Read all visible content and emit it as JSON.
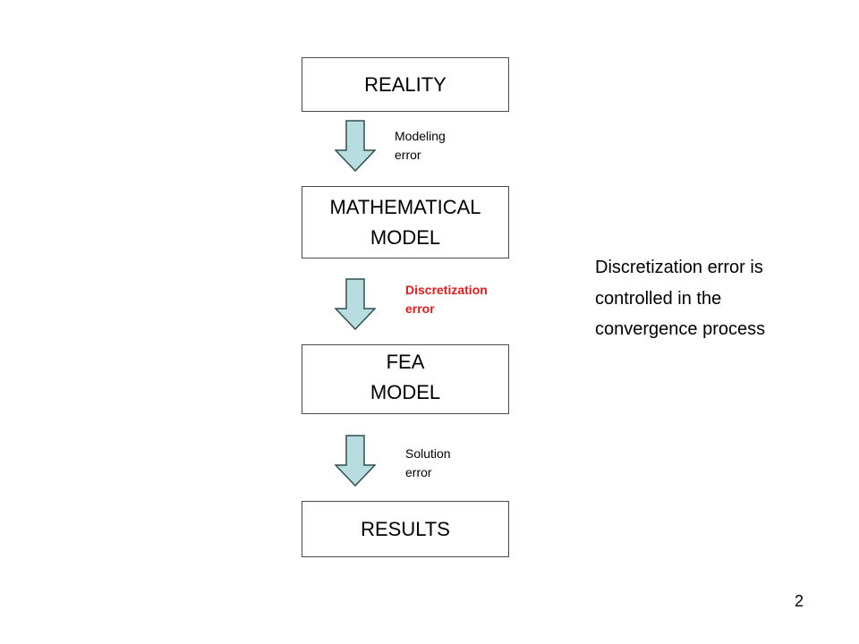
{
  "boxes": {
    "reality": {
      "lines": [
        "REALITY"
      ]
    },
    "math": {
      "lines": [
        "MATHEMATICAL",
        "MODEL"
      ]
    },
    "fea": {
      "lines": [
        "FEA",
        "MODEL"
      ]
    },
    "results": {
      "lines": [
        "RESULTS"
      ]
    }
  },
  "errors": {
    "modeling": {
      "lines": [
        "Modeling",
        "error"
      ]
    },
    "discretization": {
      "lines": [
        "Discretization",
        "error"
      ],
      "color": "#e21b1b"
    },
    "solution": {
      "lines": [
        "Solution",
        "error"
      ]
    }
  },
  "side_note": {
    "lines": [
      "Discretization error is",
      "controlled in the",
      "convergence process"
    ]
  },
  "page_number": "2",
  "colors": {
    "arrow_fill": "#b7dde0",
    "arrow_stroke": "#2f4f4f",
    "box_border": "#4a4a4a"
  }
}
